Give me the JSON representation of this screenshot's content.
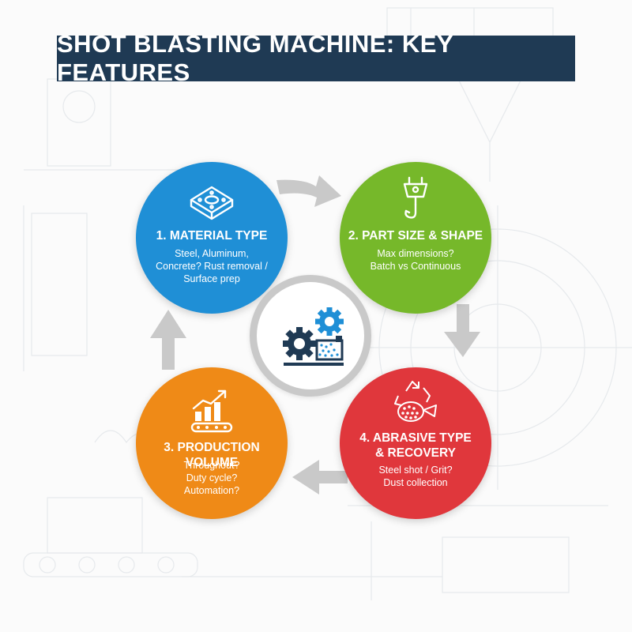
{
  "title": "SHOT BLASTING MACHINE: KEY FEATURES",
  "colors": {
    "title_bg": "#1f3a54",
    "material": "#1f8fd6",
    "part_size": "#76b82a",
    "production": "#ef8a17",
    "abrasive": "#e0373c",
    "arrows": "#c9c9c9"
  },
  "features": [
    {
      "heading": "1. MATERIAL TYPE",
      "lines": [
        "Steel, Aluminum,",
        "Concrete? Rust removal /",
        "Surface prep"
      ],
      "icon": "metal-plate-icon"
    },
    {
      "heading": "2. PART SIZE & SHAPE",
      "lines": [
        "Max dimensions?",
        "Batch vs Continuous"
      ],
      "icon": "crane-hook-icon"
    },
    {
      "heading": "3. PRODUCTION VOLUME",
      "lines": [
        "Throughout?",
        "Duty cycle?",
        "Automation?"
      ],
      "icon": "growth-conveyor-icon"
    },
    {
      "heading_lines": [
        "4. ABRASIVE TYPE",
        "& RECOVERY"
      ],
      "lines": [
        "Steel shot / Grit?",
        "Dust collection"
      ],
      "icon": "recycle-abrasive-icon"
    }
  ],
  "hub_icon": "gears-blasting-machine-icon"
}
